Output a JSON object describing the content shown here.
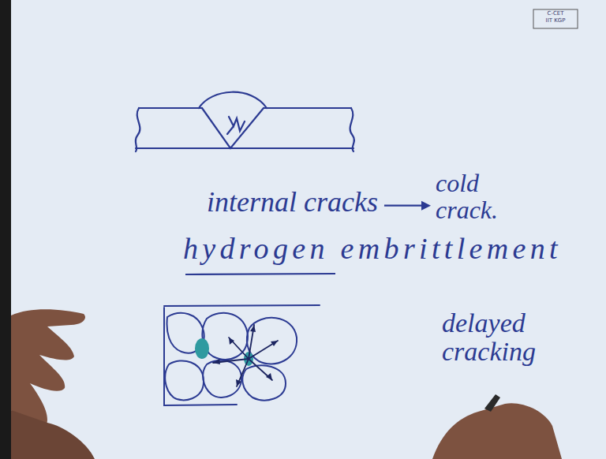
{
  "diagram": {
    "labels": [
      "C-CET",
      "IIT KGP",
      "internal cracks",
      "cold crack.",
      "hydrogen embrittlement",
      "delayed cracking"
    ]
  }
}
